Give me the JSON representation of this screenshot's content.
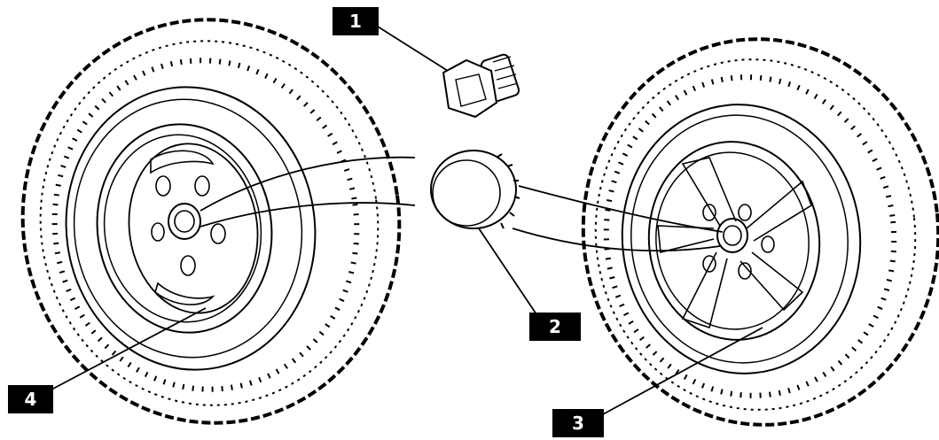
{
  "callouts": [
    {
      "id": "1",
      "label": "1"
    },
    {
      "id": "2",
      "label": "2"
    },
    {
      "id": "3",
      "label": "3"
    },
    {
      "id": "4",
      "label": "4"
    }
  ],
  "colors": {
    "line": "#000000",
    "background": "#ffffff",
    "callout_box": "#000000",
    "callout_text": "#ffffff"
  }
}
